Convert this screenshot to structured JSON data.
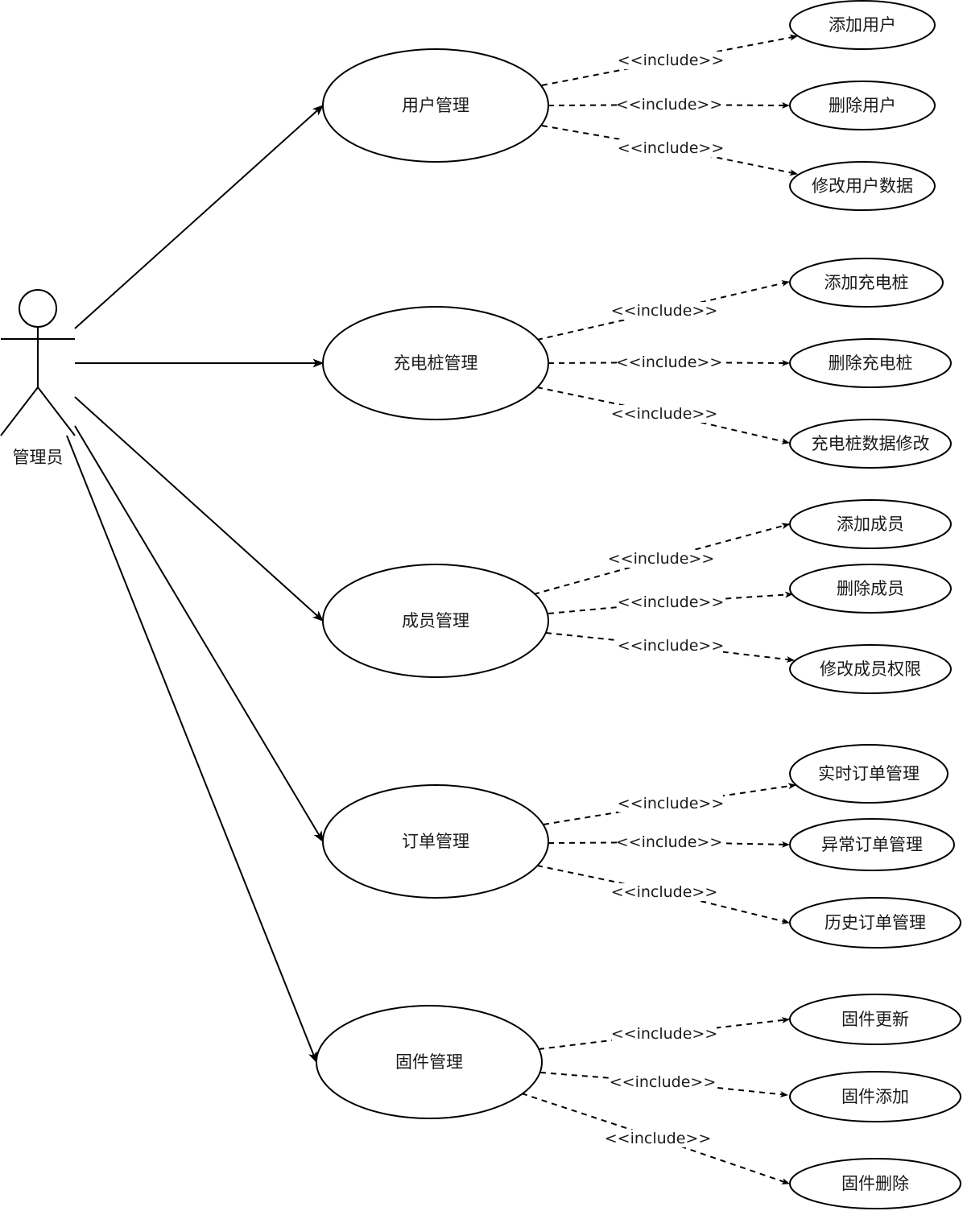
{
  "diagram": {
    "type": "use-case",
    "actor": {
      "id": "admin",
      "label": "管理员"
    },
    "include_label": "<<include>>",
    "groups": [
      {
        "id": "user",
        "label": "用户管理",
        "children": [
          {
            "id": "user-add",
            "label": "添加用户"
          },
          {
            "id": "user-del",
            "label": "删除用户"
          },
          {
            "id": "user-edit",
            "label": "修改用户数据"
          }
        ]
      },
      {
        "id": "pile",
        "label": "充电桩管理",
        "children": [
          {
            "id": "pile-add",
            "label": "添加充电桩"
          },
          {
            "id": "pile-del",
            "label": "删除充电桩"
          },
          {
            "id": "pile-edit",
            "label": "充电桩数据修改"
          }
        ]
      },
      {
        "id": "member",
        "label": "成员管理",
        "children": [
          {
            "id": "member-add",
            "label": "添加成员"
          },
          {
            "id": "member-del",
            "label": "删除成员"
          },
          {
            "id": "member-perm",
            "label": "修改成员权限"
          }
        ]
      },
      {
        "id": "order",
        "label": "订单管理",
        "children": [
          {
            "id": "order-live",
            "label": "实时订单管理"
          },
          {
            "id": "order-abn",
            "label": "异常订单管理"
          },
          {
            "id": "order-hist",
            "label": "历史订单管理"
          }
        ]
      },
      {
        "id": "fw",
        "label": "固件管理",
        "children": [
          {
            "id": "fw-update",
            "label": "固件更新"
          },
          {
            "id": "fw-add",
            "label": "固件添加"
          },
          {
            "id": "fw-del",
            "label": "固件删除"
          }
        ]
      }
    ]
  }
}
